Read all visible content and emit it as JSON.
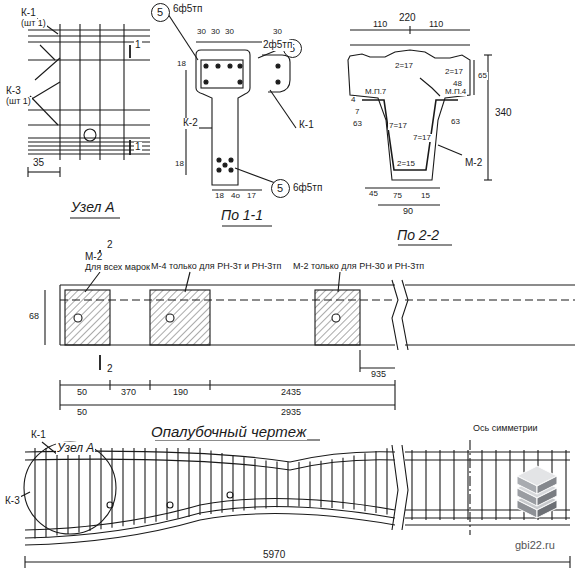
{
  "diagram": {
    "nodes": [
      {
        "text": [
          "5"
        ]
      },
      {
        "text": [
          "5"
        ]
      },
      {
        "text": [
          "5"
        ]
      }
    ],
    "labels": [
      "К-1",
      "(шт 1)",
      "К-3",
      "(шт 1)",
      "1",
      "1",
      "35",
      "Узел А",
      "6ф5тп",
      "2ф5тп",
      "30",
      "30",
      "30",
      "30",
      "18",
      "К-2",
      "К-1",
      "18",
      "18",
      "4о",
      "17",
      "6ф5тп",
      "По 1-1",
      "220",
      "110",
      "110",
      "2=17",
      "2=17",
      "48",
      "65",
      "4",
      "7",
      "М.П.7",
      "М.П.4",
      "63",
      "63",
      "7=17",
      "7=17",
      "340",
      "М-2",
      "2=15",
      "45",
      "75",
      "15",
      "90",
      "По 2-2",
      "2",
      "2",
      "М-2",
      "Для всех марок",
      "М-4 только для РН-3т и РН-3тп",
      "М-2 только для РН-30 и РН-3тп",
      "68",
      "50",
      "370",
      "190",
      "935",
      "2435",
      "50",
      "2935",
      "Опалубочный чертеж",
      "К-1",
      "Узел А",
      "К-3",
      "Ось симметрии",
      "5970",
      "gbi22.ru"
    ]
  }
}
